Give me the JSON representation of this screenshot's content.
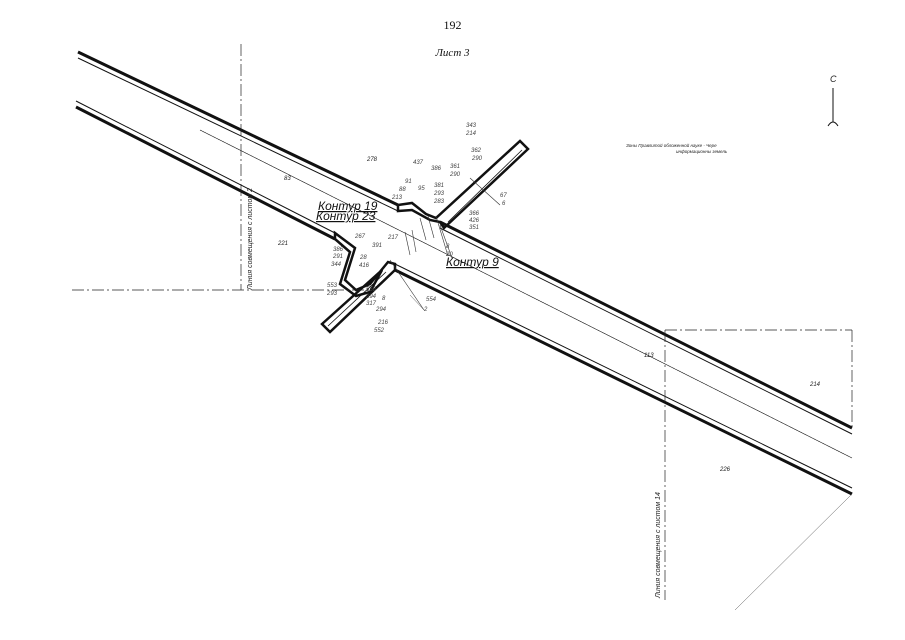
{
  "page": {
    "number": "192",
    "sheet_title": "Лист 3"
  },
  "north_arrow": {
    "label": "С"
  },
  "legend_note": {
    "line1": "Зоны Правлитой обложенной науке - Чере",
    "line2": "информационны земель"
  },
  "match_lines": {
    "left": "Линия совмещения с листом 2",
    "right": "Линия совмещения с листом 14"
  },
  "contours": [
    "Контур 19",
    "Контур 23",
    "Контур 9"
  ],
  "parcels": {
    "p83": "83",
    "p113": "113",
    "p221": "221",
    "p214": "214",
    "p226": "226",
    "p278": "278"
  },
  "points": [
    "343",
    "214",
    "362",
    "290",
    "437",
    "386",
    "361",
    "290",
    "91",
    "88",
    "95",
    "381",
    "293",
    "283",
    "67",
    "6",
    "213",
    "366",
    "426",
    "351",
    "217",
    "8",
    "20",
    "267",
    "391",
    "386",
    "291",
    "28",
    "416",
    "344",
    "553",
    "293",
    "556",
    "294",
    "317",
    "554",
    "8",
    "294",
    "2",
    "552",
    "216"
  ]
}
